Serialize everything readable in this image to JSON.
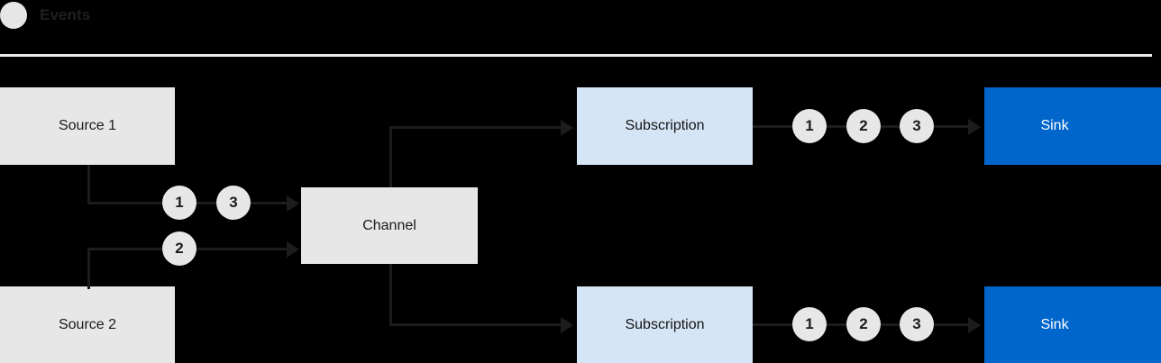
{
  "legend": {
    "marker_icon": "event-circle-icon",
    "label": "Events",
    "marker_color": "#E6E6E6"
  },
  "colors": {
    "background": "#000000",
    "source_box": "#E7E7E7",
    "channel_box": "#E7E7E7",
    "subscription_box": "#D6E5F6",
    "sink_box": "#0066CC",
    "sink_text": "#FFFFFF",
    "connector": "#1C1C1C",
    "divider": "#E9E9E9",
    "token_fill": "#E7E7E7",
    "token_text": "#1C1C1C"
  },
  "diagram": {
    "type": "flow",
    "nodes": {
      "source_1": "Source 1",
      "source_2": "Source 2",
      "channel": "Channel",
      "subscription_top": "Subscription",
      "subscription_bottom": "Subscription",
      "sink_top": "Sink",
      "sink_bottom": "Sink"
    },
    "event_tokens": {
      "source1_to_channel": [
        "1",
        "3"
      ],
      "source2_to_channel": [
        "2"
      ],
      "subscription_top_to_sink": [
        "1",
        "2",
        "3"
      ],
      "subscription_bottom_to_sink": [
        "1",
        "2",
        "3"
      ]
    }
  }
}
